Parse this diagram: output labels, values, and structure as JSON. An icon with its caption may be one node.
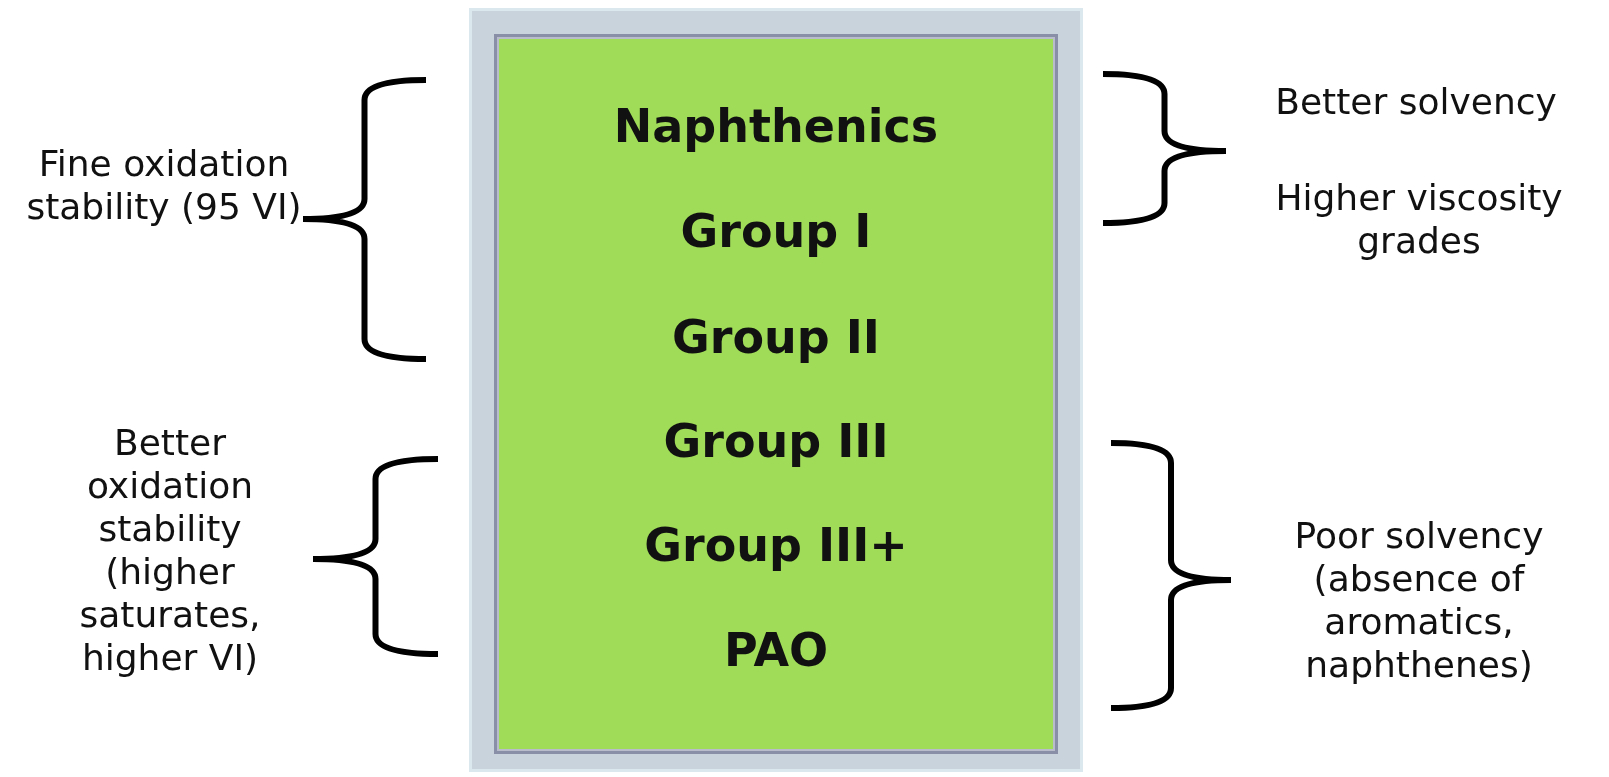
{
  "diagram": {
    "nodes": [
      {
        "text": [
          "Naphthenics",
          "Group I",
          "Group II",
          "Group III",
          "Group III+",
          "PAO"
        ]
      }
    ],
    "labels": [
      "Better solvency",
      "Fine oxidation stability (95 VI)",
      "Higher viscosity grades",
      "Better oxidation stability (higher saturates, higher VI)",
      "Poor solvency (absence of aromatics, naphthenes)"
    ]
  }
}
